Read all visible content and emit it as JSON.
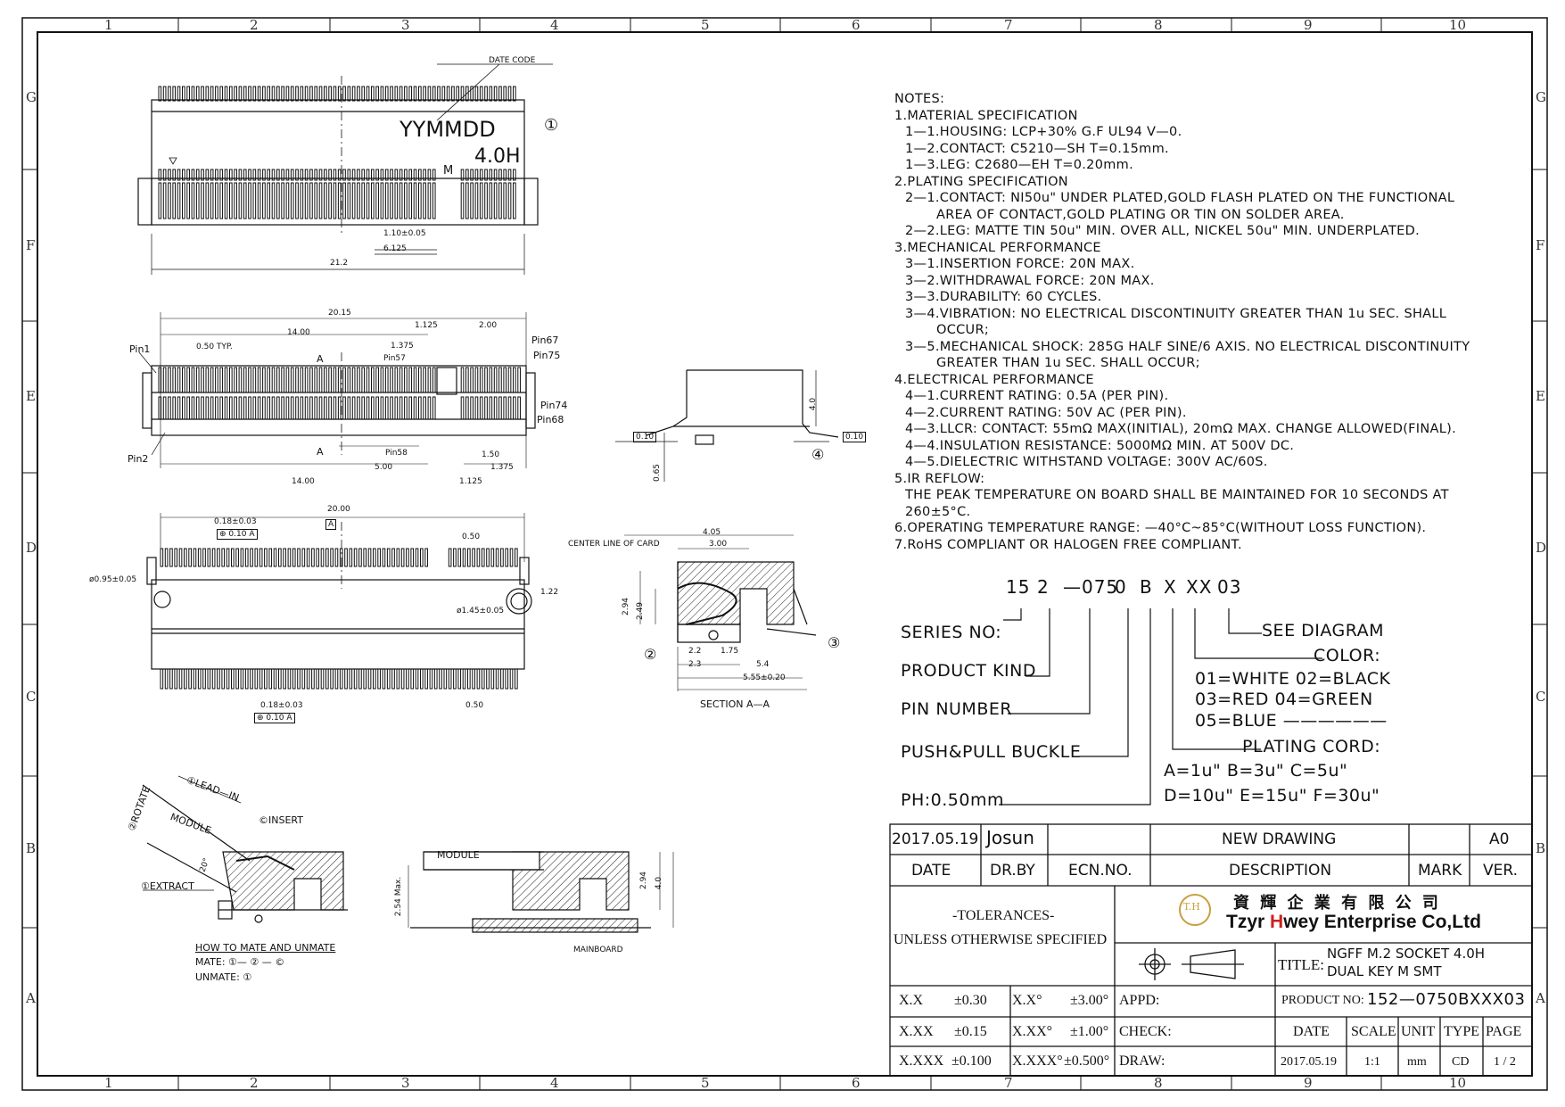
{
  "zones": {
    "columns": [
      "1",
      "2",
      "3",
      "4",
      "5",
      "6",
      "7",
      "8",
      "9",
      "10"
    ],
    "rows": [
      "G",
      "F",
      "E",
      "D",
      "C",
      "B",
      "A"
    ]
  },
  "top_view": {
    "date_code_label": "DATE CODE",
    "date_code": "YYMMDD",
    "height_mark": "4.0H",
    "key_mark": "M",
    "callout_1": "①",
    "dim_pitch": "1.10±0.05",
    "dim_6125": "6.125",
    "dim_width": "21.2"
  },
  "pin_view": {
    "dim_2015": "20.15",
    "dim_1125_top": "1.125",
    "dim_200": "2.00",
    "dim_1400_top": "14.00",
    "dim_050_typ": "0.50 TYP.",
    "dim_1375_top": "1.375",
    "section_a_top": "A",
    "section_a_bottom": "A",
    "pin1": "Pin1",
    "pin2": "Pin2",
    "pin57": "Pin57",
    "pin58": "Pin58",
    "pin67": "Pin67",
    "pin75": "Pin75",
    "pin74": "Pin74",
    "pin68": "Pin68",
    "dim_500": "5.00",
    "dim_150": "1.50",
    "dim_1375_bot": "1.375",
    "dim_1400_bot": "14.00",
    "dim_1125_bot": "1.125"
  },
  "side_view": {
    "dim_40": "4.0",
    "dim_065": "0.65",
    "flat_left": "0.10",
    "flat_right": "0.10",
    "callout_4": "④"
  },
  "bottom_view": {
    "dim_2000": "20.00",
    "dim_018_top": "0.18±0.03",
    "tol_top": "0.10",
    "tol_top_ref": "A",
    "datum_a": "A",
    "dim_050_top": "0.50",
    "hole_left": "ø0.95±0.05",
    "hole_right": "ø1.45±0.05",
    "dim_122": "1.22",
    "dim_018_bot": "0.18±0.03",
    "tol_bot": "0.10",
    "tol_bot_ref": "A",
    "dim_050_bot": "0.50"
  },
  "section_view": {
    "center_line": "CENTER LINE OF CARD",
    "dim_405": "4.05",
    "dim_300": "3.00",
    "dim_294": "2.94",
    "dim_249": "2.49",
    "dim_22": "2.2",
    "dim_175": "1.75",
    "dim_23": "2.3",
    "dim_54": "5.4",
    "dim_555": "5.55±0.20",
    "callout_2": "②",
    "callout_3": "③",
    "title": "SECTION   A—A"
  },
  "mating_view": {
    "rotate": "②ROTATE",
    "lead_in": "①LEAD—IN",
    "module": "MODULE",
    "insert": "©INSERT",
    "angle": "20°",
    "extract": "①EXTRACT",
    "how_to": "HOW  TO  MATE  AND  UNMATE",
    "mate": "MATE:  ①—  ②  —  ©",
    "unmate": "UNMATE:  ①"
  },
  "mated_view": {
    "module": "MODULE",
    "dim_254": "2.54 Max.",
    "dim_294": "2.94",
    "dim_40": "4.0",
    "mainboard": "MAINBOARD"
  },
  "notes": {
    "lines": [
      {
        "t": "NOTES:",
        "c": ""
      },
      {
        "t": "1.MATERIAL  SPECIFICATION",
        "c": ""
      },
      {
        "t": "1—1.HOUSING:  LCP+30%  G.F  UL94  V—0.",
        "c": "in1"
      },
      {
        "t": "1—2.CONTACT:  C5210—SH  T=0.15mm.",
        "c": "in1"
      },
      {
        "t": "1—3.LEG:  C2680—EH  T=0.20mm.",
        "c": "in1"
      },
      {
        "t": "2.PLATING  SPECIFICATION",
        "c": ""
      },
      {
        "t": "2—1.CONTACT:  NI50u\"  UNDER  PLATED,GOLD  FLASH  PLATED  ON  THE  FUNCTIONAL",
        "c": "in1"
      },
      {
        "t": "AREA  OF  CONTACT,GOLD  PLATING  OR  TIN  ON  SOLDER  AREA.",
        "c": "in2"
      },
      {
        "t": "2—2.LEG:  MATTE  TIN  50u\"  MIN.  OVER  ALL,  NICKEL  50u\"  MIN.  UNDERPLATED.",
        "c": "in1"
      },
      {
        "t": "3.MECHANICAL  PERFORMANCE",
        "c": ""
      },
      {
        "t": "3—1.INSERTION  FORCE:  20N  MAX.",
        "c": "in1"
      },
      {
        "t": "3—2.WITHDRAWAL  FORCE:  20N  MAX.",
        "c": "in1"
      },
      {
        "t": "3—3.DURABILITY:  60  CYCLES.",
        "c": "in1"
      },
      {
        "t": "3—4.VIBRATION:  NO  ELECTRICAL  DISCONTINUITY  GREATER  THAN  1u  SEC.  SHALL",
        "c": "in1"
      },
      {
        "t": "OCCUR;",
        "c": "in2"
      },
      {
        "t": "3—5.MECHANICAL  SHOCK:  285G  HALF  SINE/6  AXIS.  NO  ELECTRICAL  DISCONTINUITY",
        "c": "in1"
      },
      {
        "t": "GREATER  THAN  1u  SEC.  SHALL  OCCUR;",
        "c": "in2"
      },
      {
        "t": "4.ELECTRICAL  PERFORMANCE",
        "c": ""
      },
      {
        "t": "4—1.CURRENT  RATING:  0.5A  (PER  PIN).",
        "c": "in1"
      },
      {
        "t": "4—2.CURRENT  RATING:  50V  AC  (PER  PIN).",
        "c": "in1"
      },
      {
        "t": "4—3.LLCR:  CONTACT:  55mΩ  MAX(INITIAL),  20mΩ  MAX.  CHANGE  ALLOWED(FINAL).",
        "c": "in1"
      },
      {
        "t": "4—4.INSULATION  RESISTANCE:  5000MΩ  MIN.  AT  500V  DC.",
        "c": "in1"
      },
      {
        "t": "4—5.DIELECTRIC  WITHSTAND  VOLTAGE:  300V  AC/60S.",
        "c": "in1"
      },
      {
        "t": "5.IR  REFLOW:",
        "c": ""
      },
      {
        "t": "THE  PEAK  TEMPERATURE  ON  BOARD  SHALL  BE  MAINTAINED  FOR  10  SECONDS  AT",
        "c": "in1"
      },
      {
        "t": "260±5°C.",
        "c": "in1"
      },
      {
        "t": "6.OPERATING  TEMPERATURE  RANGE:  —40°C~85°C(WITHOUT  LOSS  FUNCTION).",
        "c": ""
      },
      {
        "t": "7.RoHS  COMPLIANT  OR  HALOGEN  FREE  COMPLIANT.",
        "c": ""
      }
    ]
  },
  "part_number": {
    "segments": [
      "15",
      "2",
      "—075",
      "0",
      "B",
      "X",
      "XX",
      "03"
    ],
    "series_no": "SERIES  NO:",
    "product_kind": "PRODUCT  KIND",
    "pin_number": "PIN  NUMBER",
    "push_pull": "PUSH&PULL  BUCKLE",
    "ph": "PH:0.50mm",
    "see_diagram": "SEE  DIAGRAM",
    "color_label": "COLOR:",
    "color_1": "01=WHITE  02=BLACK",
    "color_2": "03=RED    04=GREEN",
    "color_3": "05=BLUE  ——————",
    "plating_label": "PLATING  CORD:",
    "plating_1": "A=1u\"   B=3u\"   C=5u\"",
    "plating_2": "D=10u\"  E=15u\"  F=30u\""
  },
  "revision": {
    "date": "2017.05.19",
    "drawn_by": "Josun",
    "ecn": "",
    "description": "NEW  DRAWING",
    "mark": "",
    "version": "A0",
    "h_date": "DATE",
    "h_drby": "DR.BY",
    "h_ecn": "ECN.NO.",
    "h_desc": "DESCRIPTION",
    "h_mark": "MARK",
    "h_ver": "VER."
  },
  "title_block": {
    "tolerances": "-TOLERANCES-",
    "unless": "UNLESS OTHERWISE SPECIFIED",
    "logo_text": "T.H",
    "company_cn": "資 輝 企 業 有 限 公 司",
    "company_en_1": "Tzyr ",
    "company_en_h": "H",
    "company_en_2": "wey Enterprise Co,Ltd",
    "title_label": "TITLE:",
    "title_1": "NGFF M.2 SOCKET 4.0H",
    "title_2": "DUAL KEY M SMT",
    "tol_x": "X.X",
    "tol_x_v": "±0.30",
    "tol_xa": "X.X°",
    "tol_xa_v": "±3.00°",
    "tol_xx": "X.XX",
    "tol_xx_v": "±0.15",
    "tol_xxa": "X.XX°",
    "tol_xxa_v": "±1.00°",
    "tol_xxx": "X.XXX",
    "tol_xxx_v": "±0.100",
    "tol_xxxa": "X.XXX°",
    "tol_xxxa_v": "±0.500°",
    "appd": "APPD:",
    "check": "CHECK:",
    "draw": "DRAW:",
    "product_no_label": "PRODUCT NO:",
    "product_no": "152—0750BXXX03",
    "h_date": "DATE",
    "h_scale": "SCALE",
    "h_unit": "UNIT",
    "h_type": "TYPE",
    "h_page": "PAGE",
    "date": "2017.05.19",
    "scale": "1:1",
    "unit": "mm",
    "type": "CD",
    "page": "1 / 2"
  }
}
